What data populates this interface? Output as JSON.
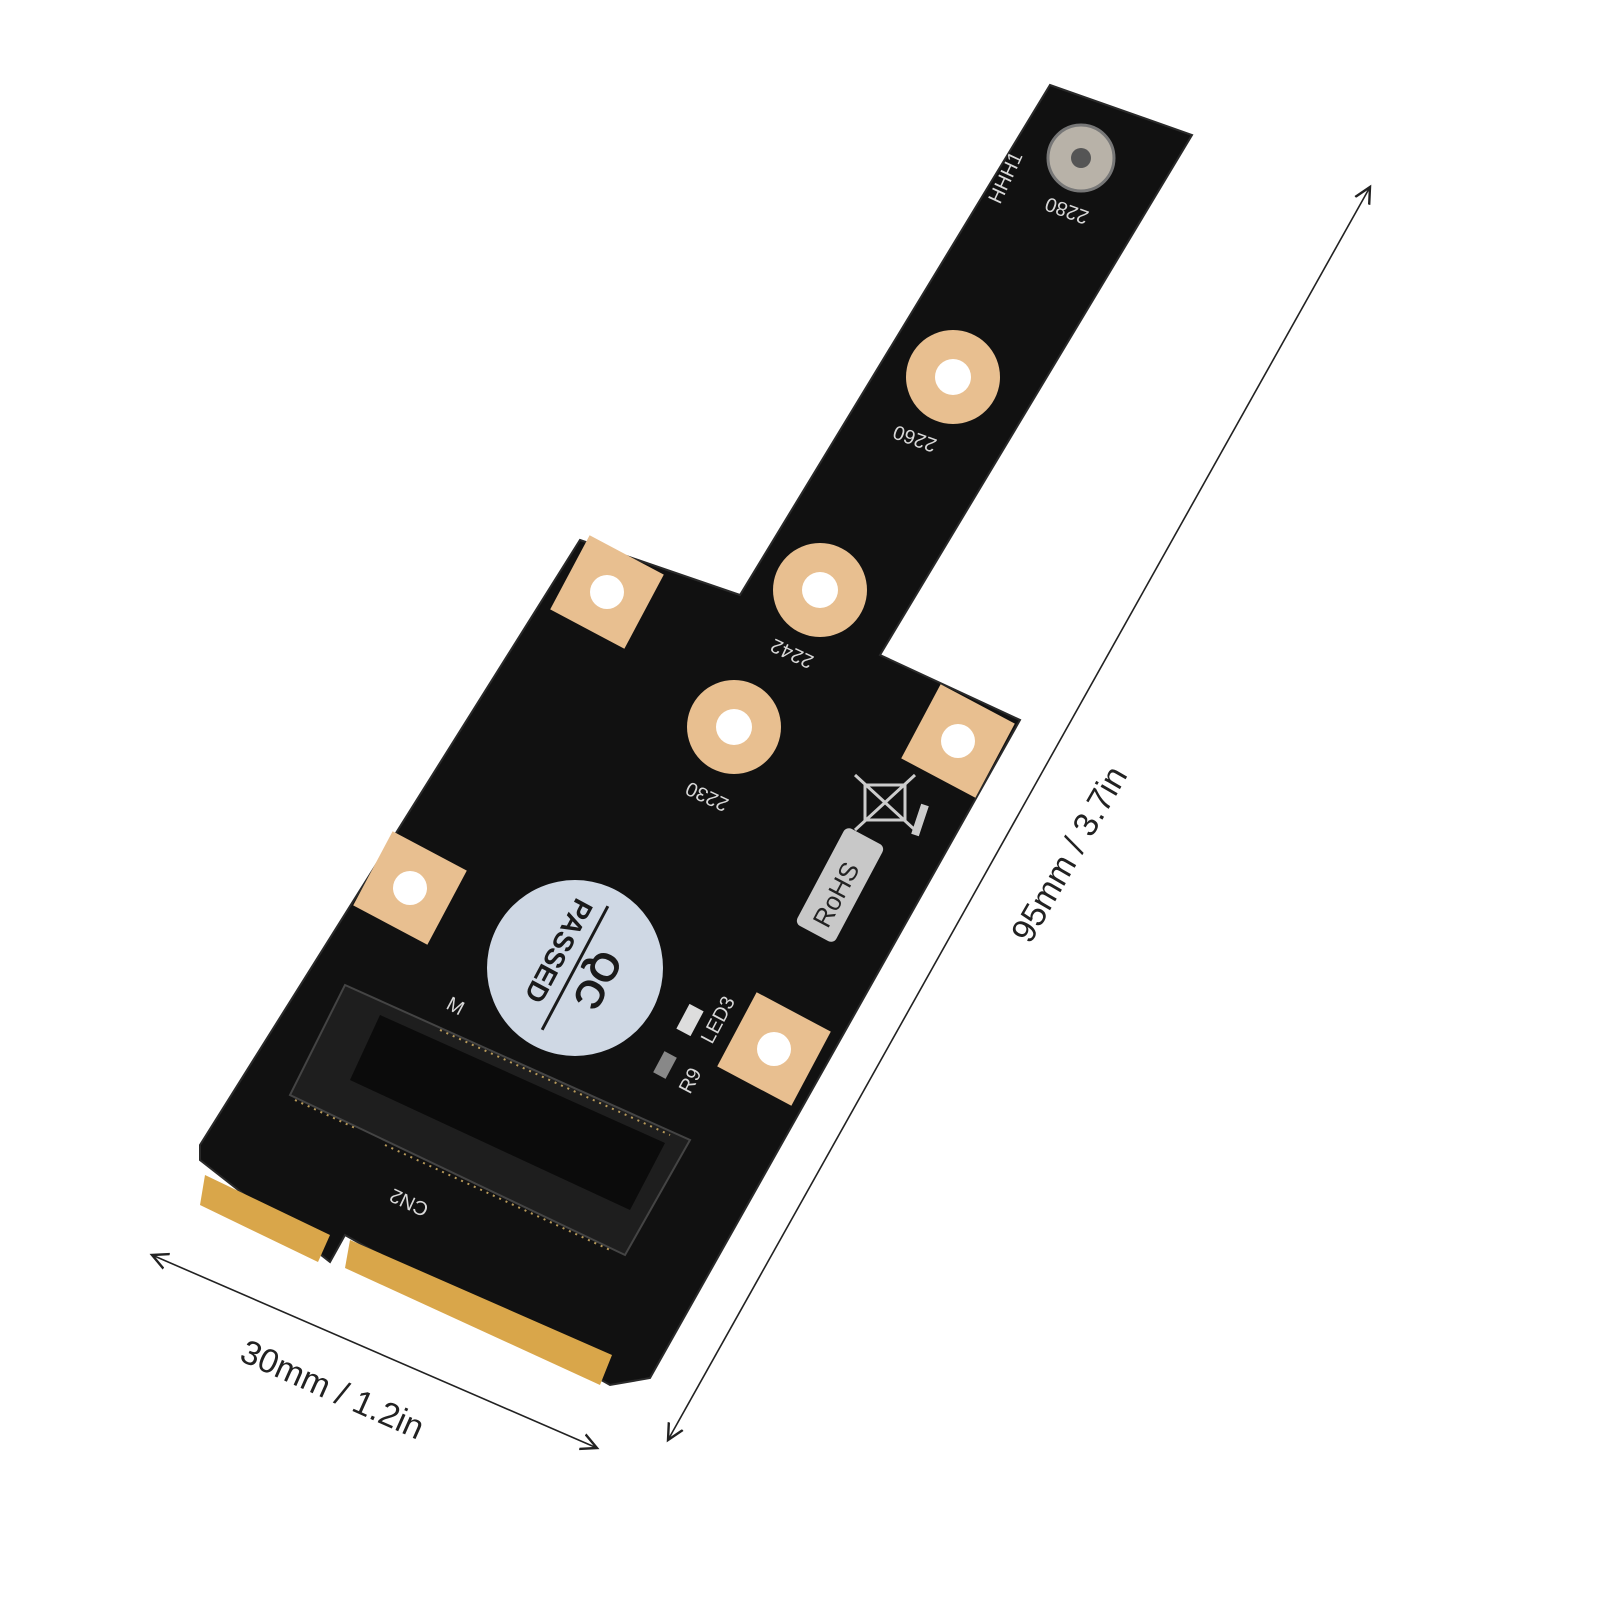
{
  "dimensions": {
    "length_label": "95mm / 3.7in",
    "width_label": "30mm / 1.2in"
  },
  "board": {
    "standoff_labels": [
      "2280",
      "2260",
      "2242",
      "2230"
    ],
    "silkscreen": {
      "hhh": "HHH1",
      "connector": "CN2",
      "key": "M",
      "led": "LED3",
      "resistor": "R9",
      "rohs": "RoHS"
    },
    "qc_sticker": {
      "line1": "QC",
      "line2": "PASSED"
    },
    "colors": {
      "pcb": "#111111",
      "pad": "#e8bf90",
      "gold": "#d9a64a",
      "sticker": "#cfd8e4"
    }
  }
}
